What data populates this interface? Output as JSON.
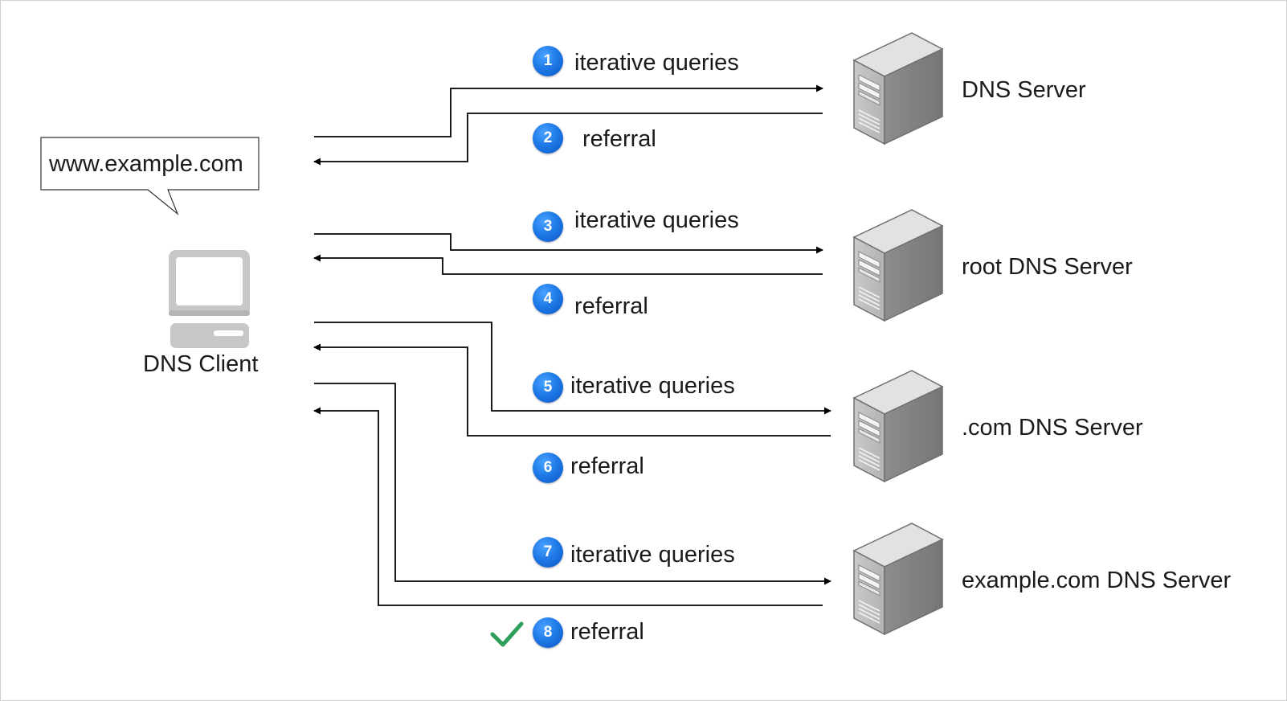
{
  "client": {
    "label": "DNS Client",
    "query_bubble": "www.example.com"
  },
  "servers": [
    {
      "label": "DNS Server"
    },
    {
      "label": "root DNS Server"
    },
    {
      "label": ".com DNS Server"
    },
    {
      "label": "example.com DNS Server"
    }
  ],
  "steps": [
    {
      "number": "1",
      "label": "iterative queries"
    },
    {
      "number": "2",
      "label": "referral"
    },
    {
      "number": "3",
      "label": "iterative queries"
    },
    {
      "number": "4",
      "label": "referral"
    },
    {
      "number": "5",
      "label": "iterative queries"
    },
    {
      "number": "6",
      "label": "referral"
    },
    {
      "number": "7",
      "label": "iterative queries"
    },
    {
      "number": "8",
      "label": "referral"
    }
  ],
  "final_step_marker": "check-icon",
  "colors": {
    "badge": "#1f7ae8",
    "check": "#2e9e5b",
    "line": "#000000",
    "server": "#9a9a9a"
  }
}
